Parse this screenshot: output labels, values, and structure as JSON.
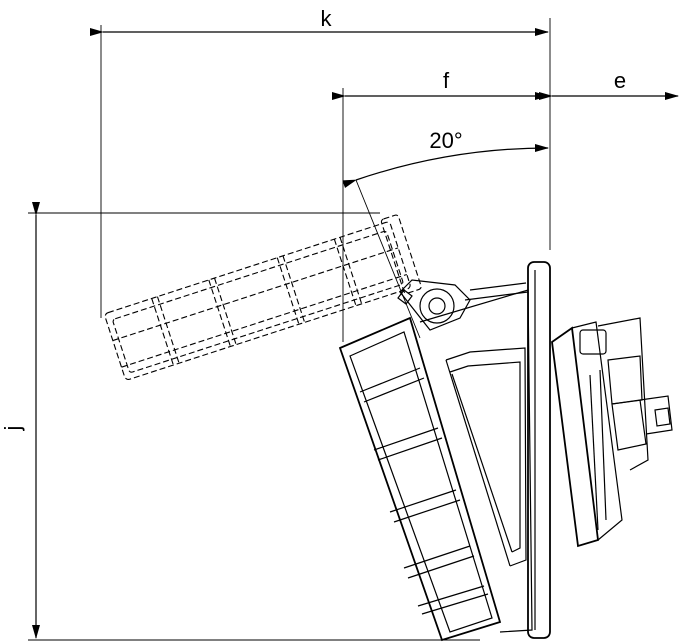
{
  "dimensions": {
    "k": "k",
    "f": "f",
    "e": "e",
    "j": "j",
    "angle": "20°"
  }
}
